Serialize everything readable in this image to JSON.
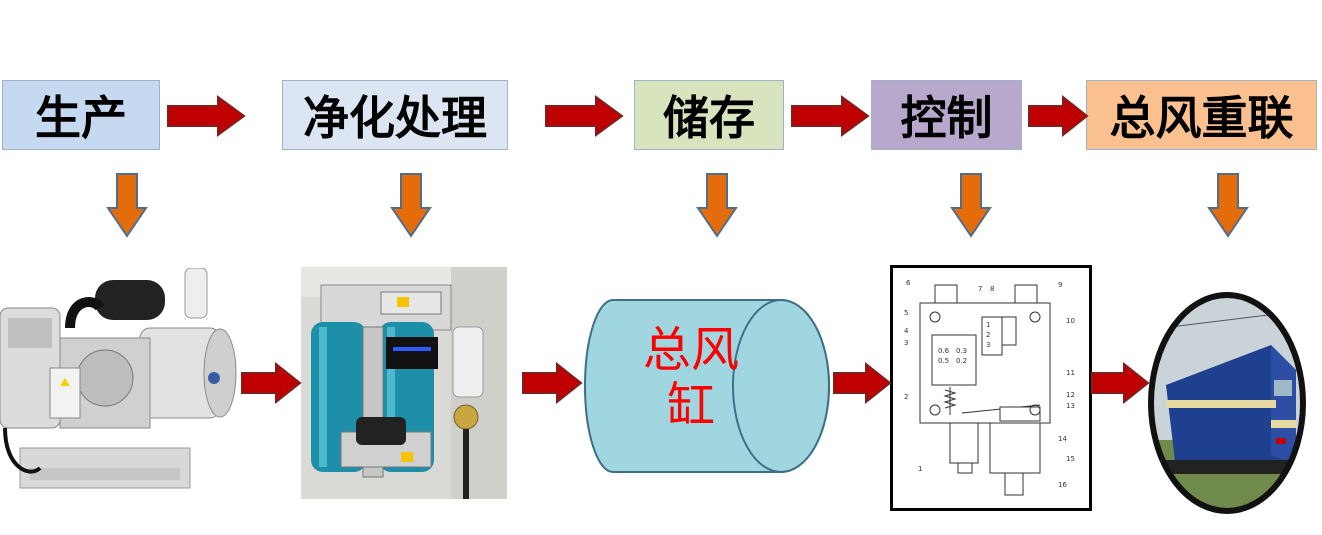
{
  "stages": [
    {
      "label": "生产",
      "color": "#c5d9f1"
    },
    {
      "label": "净化处理",
      "color": "#dbe6f2"
    },
    {
      "label": "储存",
      "color": "#d7e4bd"
    },
    {
      "label": "控制",
      "color": "#b7a8cc"
    },
    {
      "label": "总风重联",
      "color": "#fac090"
    }
  ],
  "tank_label": "总风缸",
  "diagram_numbers": [
    "6",
    "7",
    "8",
    "9",
    "5",
    "10",
    "4",
    "3",
    "0.6",
    "0.5",
    "0.3",
    "0.2",
    "1",
    "2",
    "3",
    "11",
    "2",
    "12",
    "13",
    "14",
    "1",
    "15",
    "16"
  ],
  "colors": {
    "flow_arrow": "#c00000",
    "down_arrow": "#e46c0a",
    "tank_fill": "#9fd6e0",
    "tank_text": "#ff0000"
  },
  "icons": {
    "compressor": "air-compressor-photo",
    "purifier": "air-dryer-photo",
    "switch": "pressure-switch-drawing",
    "locomotive": "electric-locomotive-photo"
  }
}
